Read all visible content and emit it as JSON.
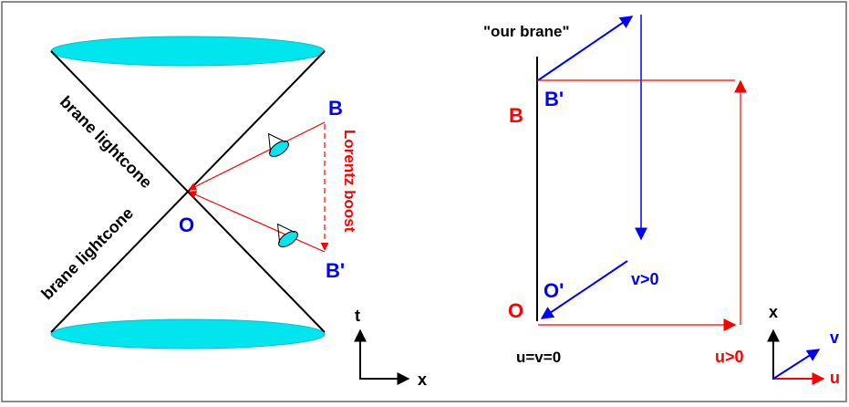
{
  "colors": {
    "frame": "#666666",
    "cone": "#000000",
    "ellipse": "#00e5ee",
    "red": "#ff0000",
    "blue": "#0000ff",
    "black": "#000000"
  },
  "left_panel": {
    "lightcone_label_upper": "brane lightcone",
    "lightcone_label_lower": "brane lightcone",
    "origin_label": "O",
    "point_b_label": "B",
    "point_b_prime_label": "B'",
    "boost_label": "Lorentz boost",
    "axis_t_label": "t",
    "axis_x_label": "x",
    "observer_icon": "eye-lens-icon"
  },
  "right_panel": {
    "brane_label": "\"our brane\"",
    "point_b_label": "B",
    "point_b_prime_label": "B'",
    "origin_label": "O",
    "origin_prime_label": "O'",
    "v_positive_label": "v>0",
    "u_v_zero_label": "u=v=0",
    "u_positive_label": "u>0",
    "axis_x_label": "x",
    "axis_v_label": "v",
    "axis_u_label": "u"
  }
}
